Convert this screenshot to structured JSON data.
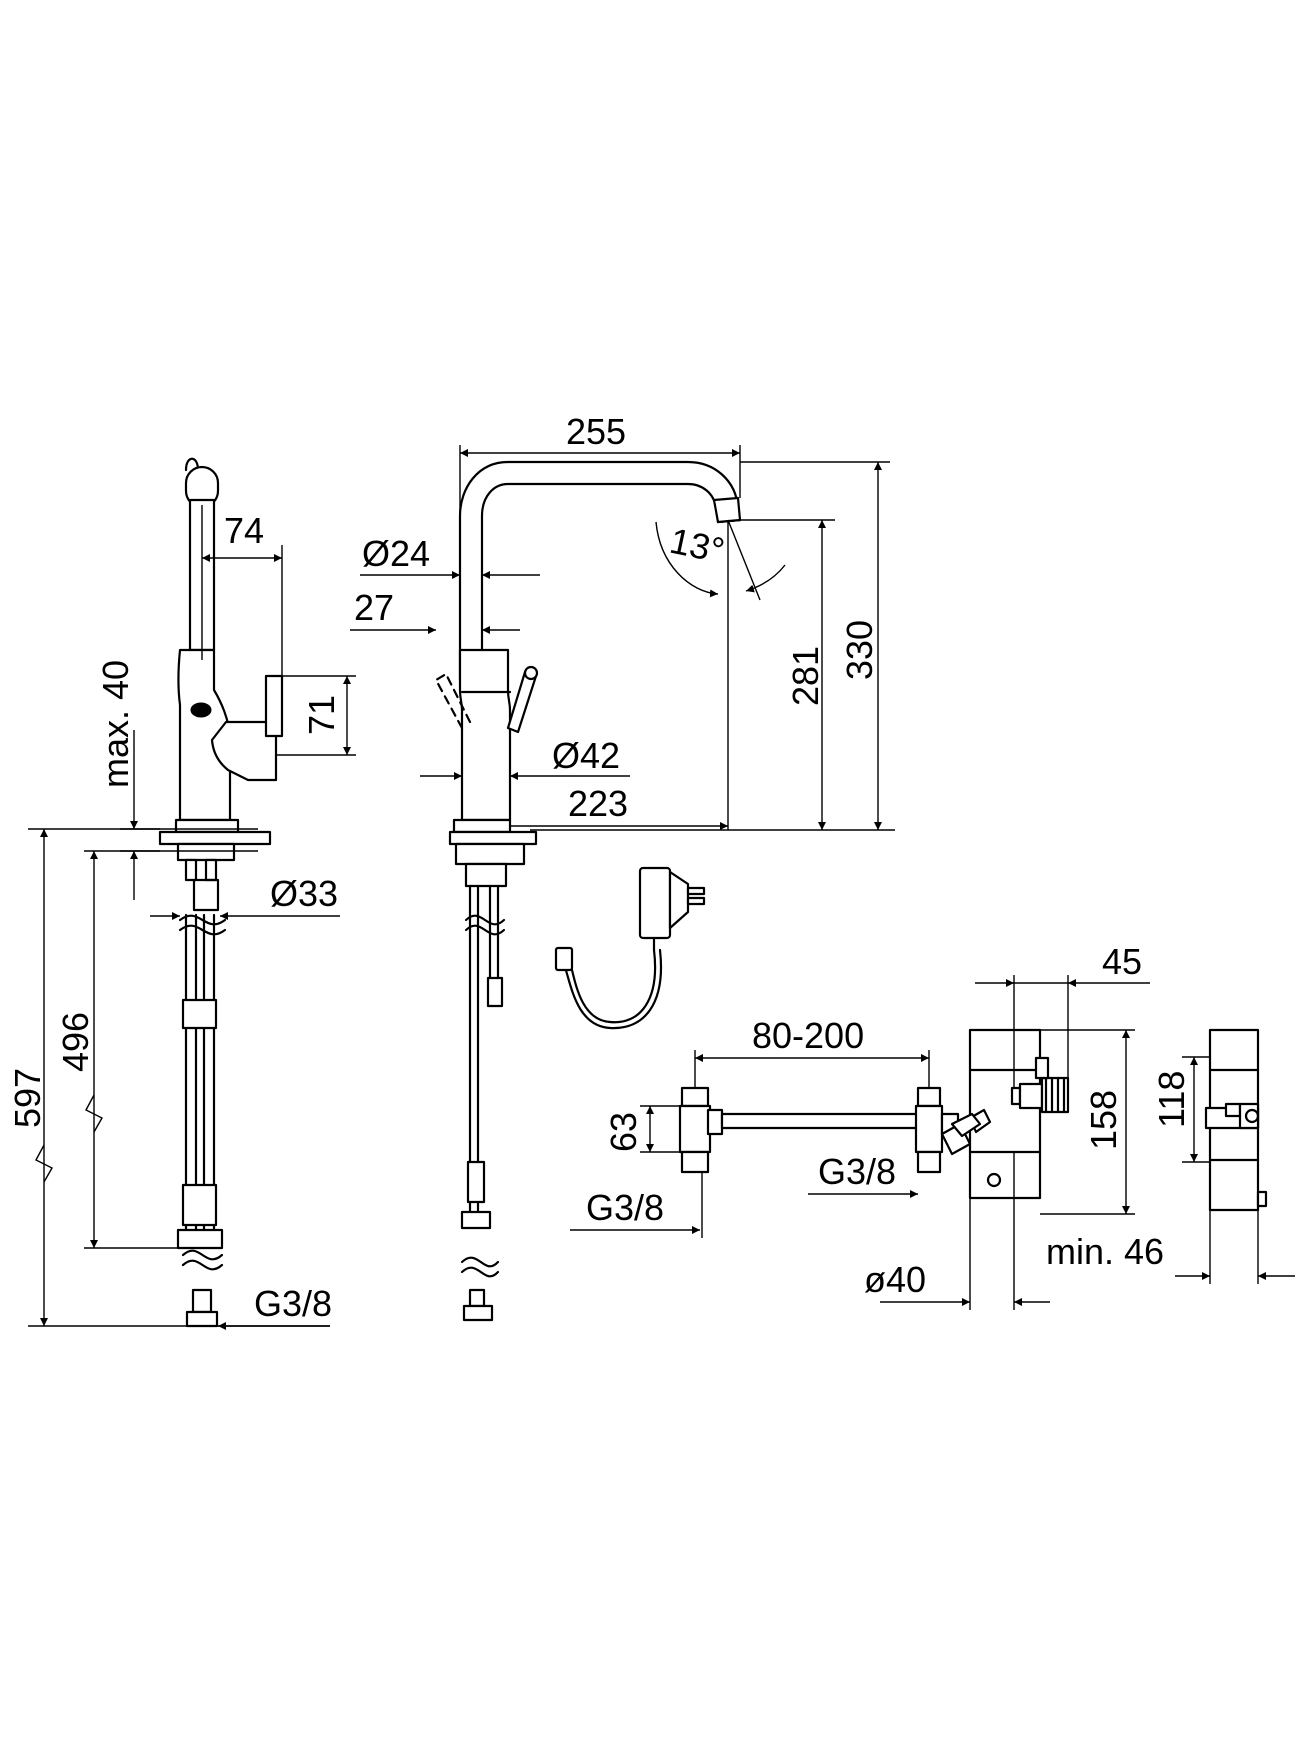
{
  "colors": {
    "line": "#000000",
    "background": "#ffffff"
  },
  "dimensions": {
    "d74": "74",
    "max40": "max. 40",
    "d71": "71",
    "dia33": "Ø33",
    "d597": "597",
    "d496": "496",
    "g38_left": "G3/8",
    "d255": "255",
    "dia24": "Ø24",
    "d27": "27",
    "angle13": "13°",
    "dia42": "Ø42",
    "d223": "223",
    "d281": "281",
    "d330": "330",
    "d45": "45",
    "d80_200": "80-200",
    "d63": "63",
    "g38_mid": "G3/8",
    "g38_low": "G3/8",
    "d158": "158",
    "d118": "118",
    "dia40": "ø40",
    "min46": "min. 46"
  }
}
